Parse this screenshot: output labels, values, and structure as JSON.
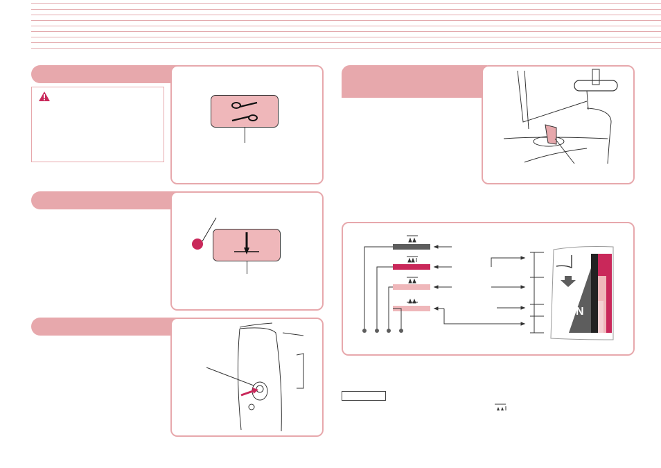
{
  "document": {
    "colors": {
      "accent": "#e7a8ac",
      "accent_dark": "#c9285a",
      "bar_dark": "#5d5d5d",
      "bar_light": "#efb7ba"
    },
    "sections": [
      {
        "id": "thread-cutter",
        "icon": "scissors-icon"
      },
      {
        "id": "needle-position",
        "icon": "needle-down-icon"
      },
      {
        "id": "side-button",
        "icon": "button-icon"
      },
      {
        "id": "presser-foot-lever",
        "icon": "lever-icon"
      },
      {
        "id": "thread-tension-chart",
        "icon": "chart-icon"
      }
    ],
    "warning_icon": "warning-icon",
    "chart": {
      "scale_letter": "N",
      "bar_colors": [
        "#5d5d5d",
        "#c9285a",
        "#efb7ba",
        "#efb7ba"
      ]
    }
  }
}
